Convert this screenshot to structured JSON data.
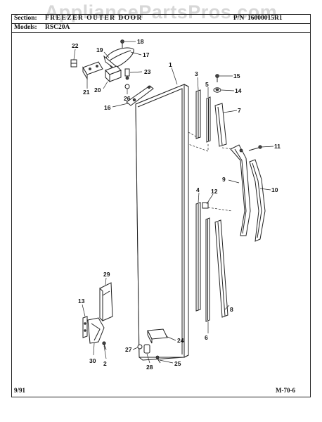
{
  "watermark": "AppliancePartsPros.com",
  "header": {
    "section_label": "Section:",
    "section_title": "FREEZER OUTER DOOR",
    "pn_label": "P/N",
    "pn_value": "16000015R1",
    "models_label": "Models:",
    "models_value": "RSC20A"
  },
  "footer": {
    "date": "9/91",
    "page_code": "M-70-6"
  },
  "callouts": [
    "1",
    "2",
    "3",
    "4",
    "5",
    "6",
    "7",
    "8",
    "9",
    "10",
    "11",
    "12",
    "13",
    "14",
    "15",
    "16",
    "17",
    "18",
    "19",
    "20",
    "21",
    "22",
    "23",
    "24",
    "25",
    "26",
    "27",
    "28",
    "29",
    "30"
  ]
}
